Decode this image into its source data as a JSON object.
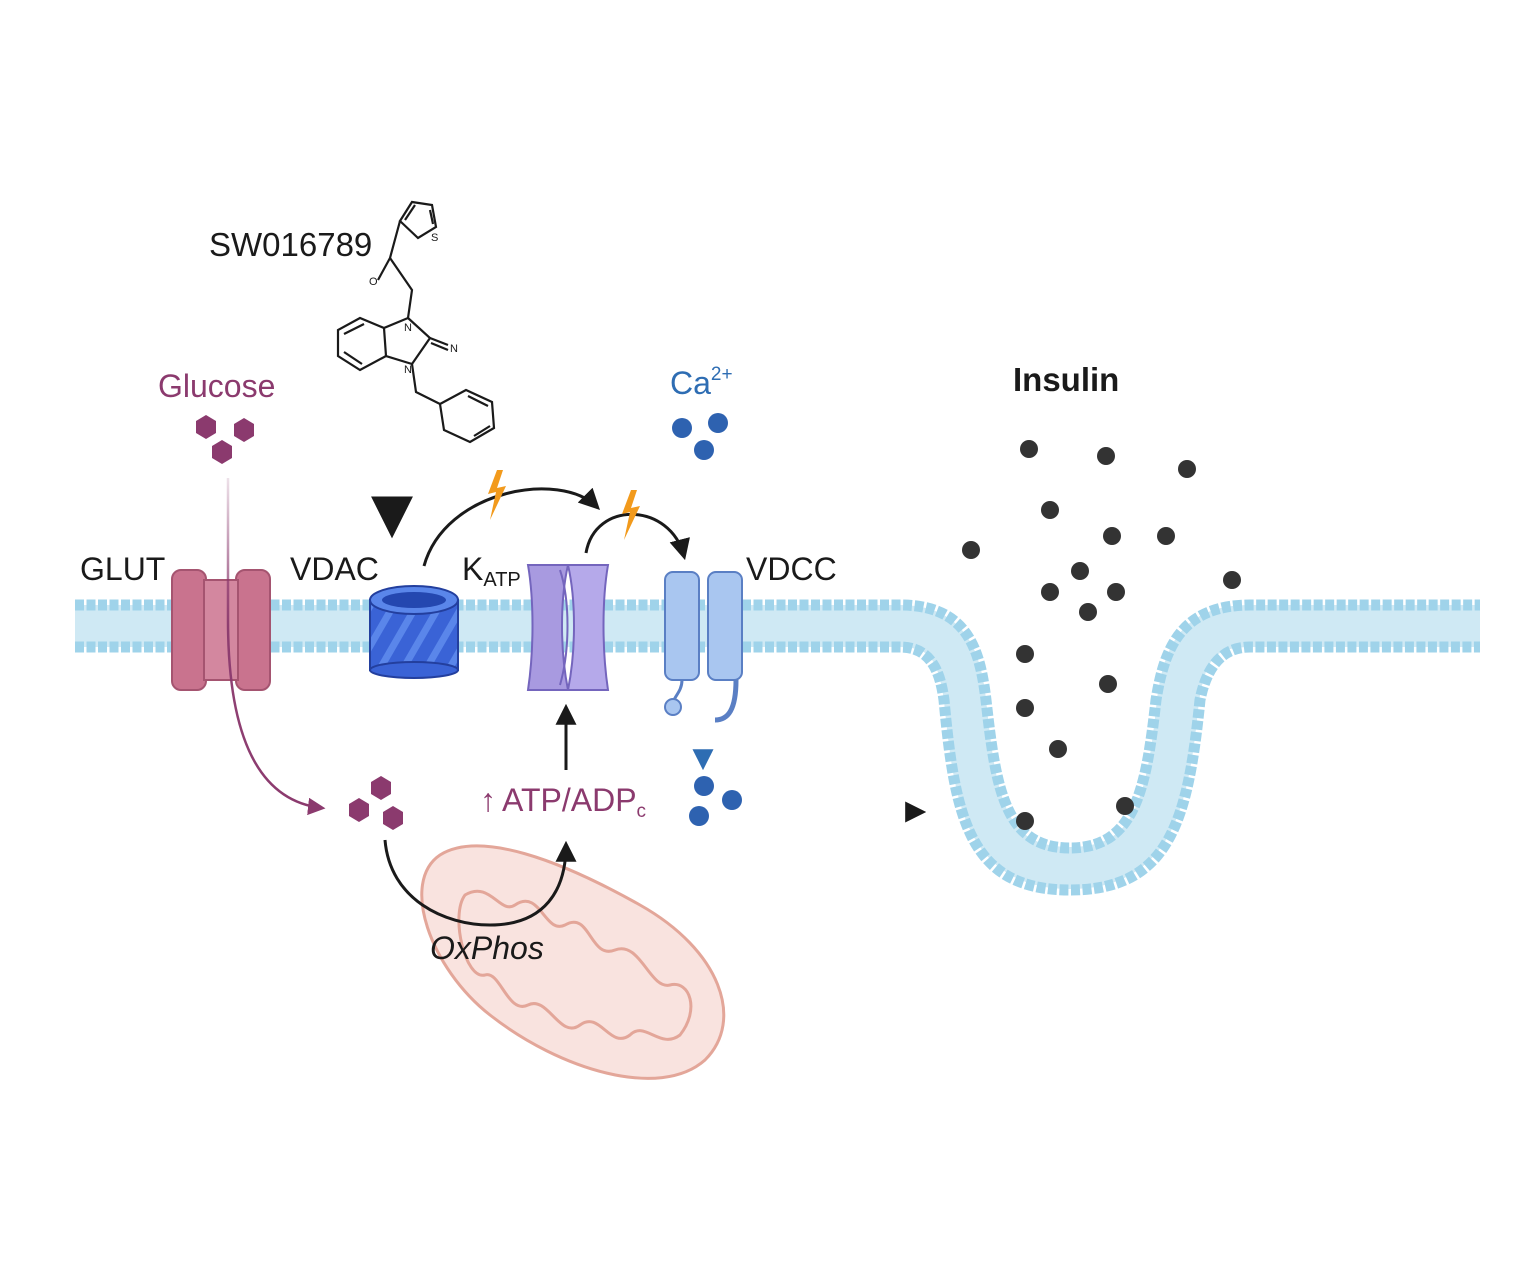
{
  "compound": {
    "name": "SW016789",
    "atoms": {
      "sulfur": "S",
      "oxygen": "O",
      "n1": "N",
      "n2": "N",
      "n_imine": "N"
    }
  },
  "labels": {
    "glucose": "Glucose",
    "glut": "GLUT",
    "vdac": "VDAC",
    "katp_main": "K",
    "katp_sub": "ATP",
    "vdcc": "VDCC",
    "calcium_main": "Ca",
    "calcium_sup": "2+",
    "insulin": "Insulin",
    "atp_arrow": "↑",
    "atp_main": "ATP/ADP",
    "atp_sub": "c",
    "oxphos": "OxPhos"
  },
  "colors": {
    "glucose": "#8b3a6e",
    "calcium": "#2e6db3",
    "membrane": "#9fd3ea",
    "glut": "#c9738e",
    "vdac": "#2f5bd0",
    "katp": "#a89ae0",
    "vdcc": "#a9c6f0",
    "mitochondrion": "#f7d6cf",
    "insulin": "#333333",
    "lightning": "#f29a1c",
    "arrow": "#1a1a1a"
  },
  "icons": {
    "lightning_1": "lightning-bolt-icon",
    "lightning_2": "lightning-bolt-icon"
  }
}
